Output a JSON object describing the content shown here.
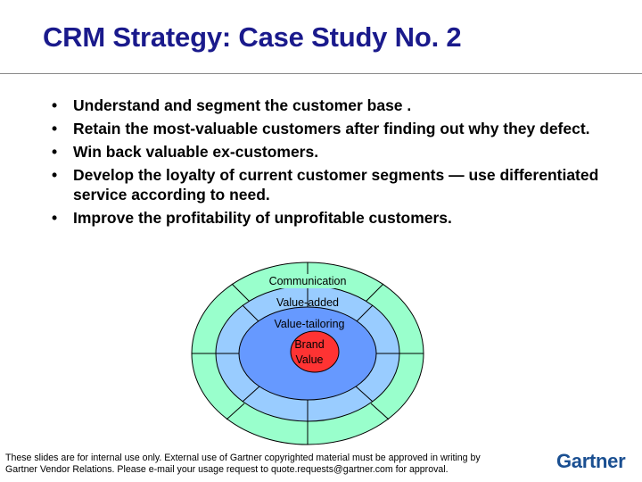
{
  "slide": {
    "title": "CRM Strategy: Case Study No. 2",
    "bullets": [
      "Understand and segment the customer base .",
      "Retain the most-valuable customers after finding out why they defect.",
      "Win back valuable ex-customers.",
      "Develop the loyalty of current customer segments — use differentiated service according to need.",
      "Improve the profitability of unprofitable customers."
    ]
  },
  "diagram": {
    "rings": [
      {
        "label": "Communication",
        "color": "#99ffcc"
      },
      {
        "label": "Value-added",
        "color": "#99ccff"
      },
      {
        "label": "Value-tailoring",
        "color": "#6699ff"
      },
      {
        "label_line1": "Brand",
        "label_line2": "Value",
        "color": "#ff3333"
      }
    ]
  },
  "footer": {
    "disclaimer_line1": "These slides are for internal use only. External use of Gartner copyrighted material must be approved in writing by",
    "disclaimer_line2": "Gartner Vendor Relations. Please e-mail your usage request to quote.requests@gartner.com for approval.",
    "logo": "Gartner"
  }
}
